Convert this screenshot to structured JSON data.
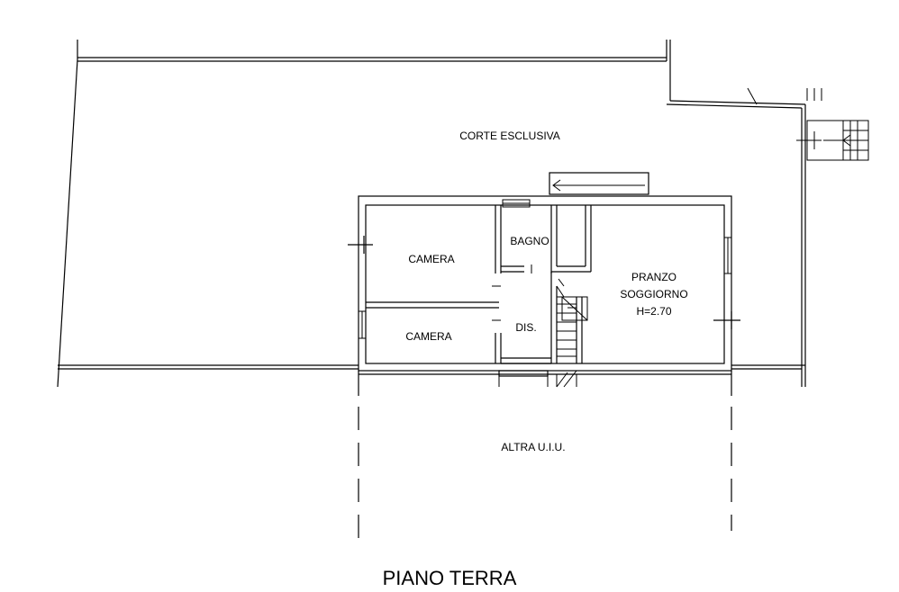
{
  "plan": {
    "courtyard_label": "CORTE ESCLUSIVA",
    "rooms": {
      "camera_top": "CAMERA",
      "camera_bottom": "CAMERA",
      "bagno": "BAGNO",
      "dis": "DIS.",
      "pranzo_line1": "PRANZO",
      "pranzo_line2": "SOGGIORNO",
      "pranzo_height": "H=2.70"
    },
    "other_unit_label": "ALTRA U.I.U.",
    "floor_title": "PIANO TERRA"
  }
}
